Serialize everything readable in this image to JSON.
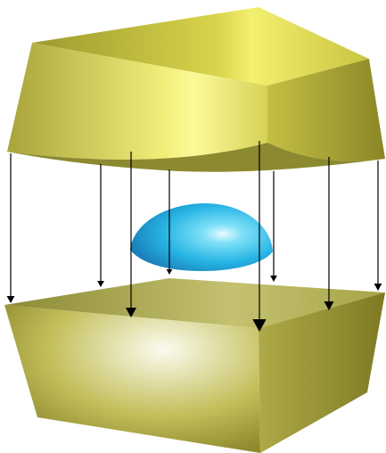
{
  "figure": {
    "elements": [
      {
        "id": "top-plate",
        "kind": "plate",
        "color": "#e8e45a"
      },
      {
        "id": "bottom-plate",
        "kind": "plate",
        "color": "#d8d470"
      },
      {
        "id": "droplet",
        "kind": "ellipsoid",
        "color": "#2ab0e0"
      }
    ],
    "field_lines": {
      "count": 8,
      "direction": "down",
      "color": "#000000"
    }
  }
}
